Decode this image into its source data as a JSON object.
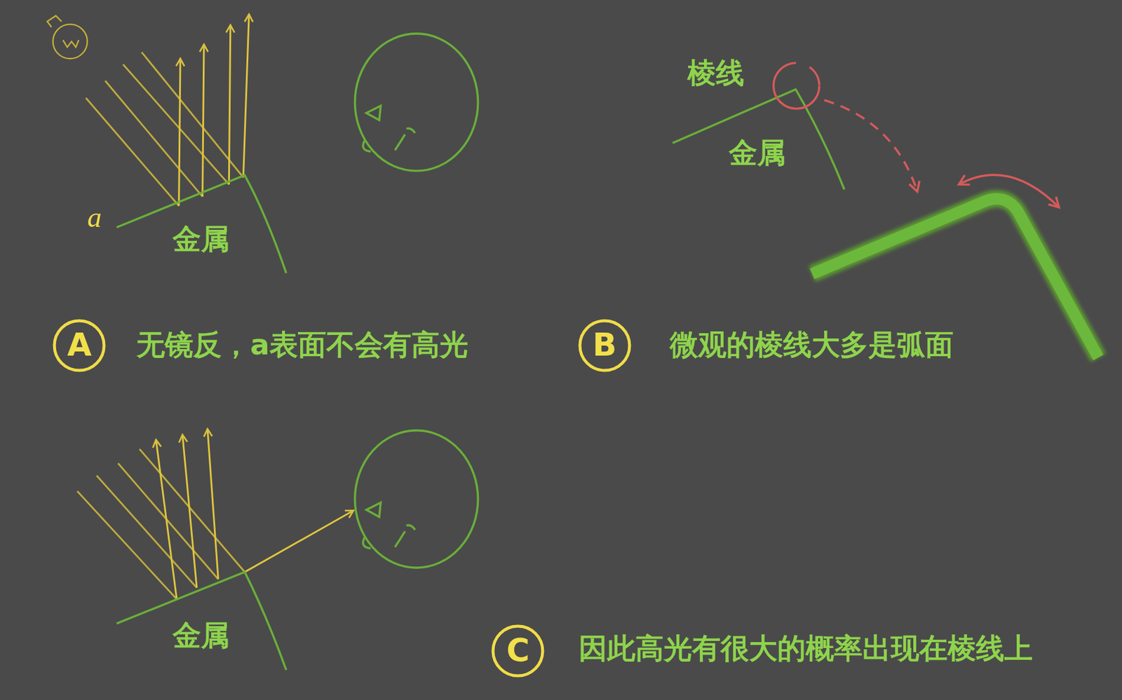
{
  "diagram": {
    "nodes": [
      {
        "text": [
          "A"
        ]
      },
      {
        "text": [
          "B"
        ]
      },
      {
        "text": [
          "C"
        ]
      }
    ],
    "labels": [
      "a",
      "金属",
      "无镜反，a表面不会有高光",
      "棱线",
      "金属",
      "微观的棱线大多是弧面",
      "金属",
      "因此高光有很大的概率出现在棱线上"
    ]
  }
}
